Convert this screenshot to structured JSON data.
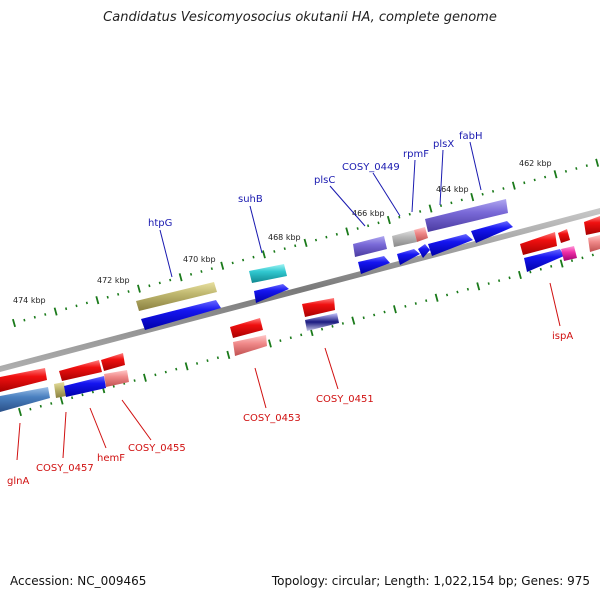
{
  "title": "Candidatus Vesicomyosocius okutanii HA, complete genome",
  "footer": {
    "accession": "Accession: NC_009465",
    "stats": "Topology: circular; Length: 1,022,154 bp; Genes: 975"
  },
  "scale_labels": [
    "474 kbp",
    "472 kbp",
    "470 kbp",
    "468 kbp",
    "466 kbp",
    "464 kbp",
    "462 kbp"
  ],
  "gene_labels_top": [
    "htpG",
    "suhB",
    "plsC",
    "COSY_0449",
    "rpmF",
    "plsX",
    "fabH"
  ],
  "gene_labels_bottom": [
    "glnA",
    "COSY_0457",
    "hemF",
    "COSY_0455",
    "COSY_0453",
    "COSY_0451",
    "ispA"
  ],
  "colors": {
    "backbone": "#8c8c8c",
    "tick": "#1a7a1a",
    "forward_cds": "#1010e8",
    "reverse_cds": "#e81010",
    "label_top": "#1a1ab0",
    "label_bottom": "#d01010"
  }
}
